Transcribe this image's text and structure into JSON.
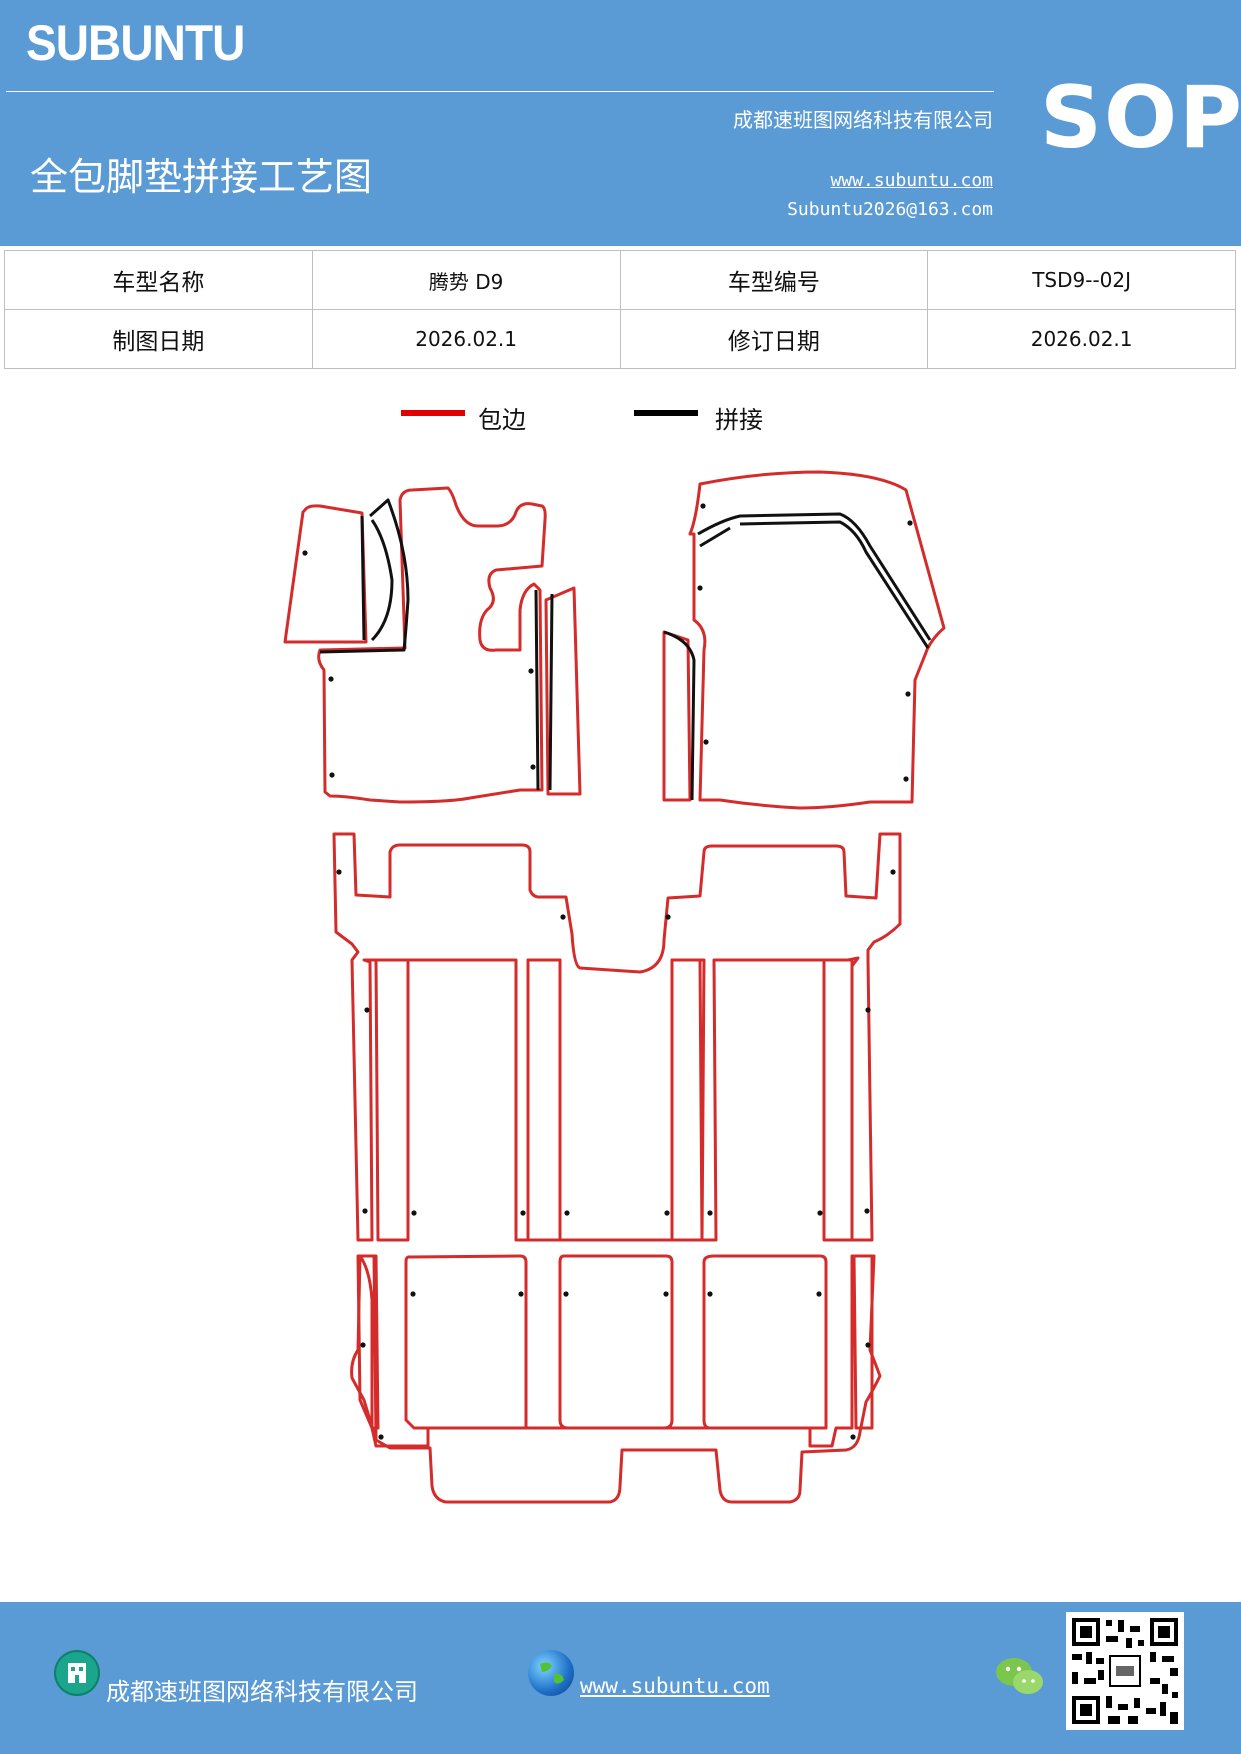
{
  "header": {
    "brand": "SUBUNTU",
    "company": "成都速班图网络科技有限公司",
    "title": "全包脚垫拼接工艺图",
    "website": "www.subuntu.com",
    "email": "Subuntu2026@163.com",
    "badge": "SOP",
    "header_color": "#5b9bd5"
  },
  "info": {
    "model_name_label": "车型名称",
    "model_name_value": "腾势 D9",
    "model_code_label": "车型编号",
    "model_code_value": "TSD9--02J",
    "draw_date_label": "制图日期",
    "draw_date_value": "2026.02.1",
    "revise_date_label": "修订日期",
    "revise_date_value": "2026.02.1"
  },
  "legend": {
    "edge_label": "包边",
    "edge_color": "#e00000",
    "splice_label": "拼接",
    "splice_color": "#000000"
  },
  "footer": {
    "company": "成都速班图网络科技有限公司",
    "website": "www.subuntu.com",
    "building_icon": "building-icon",
    "globe_icon": "globe-icon",
    "wechat_icon": "wechat-icon",
    "qr_icon": "qr-code-icon"
  }
}
